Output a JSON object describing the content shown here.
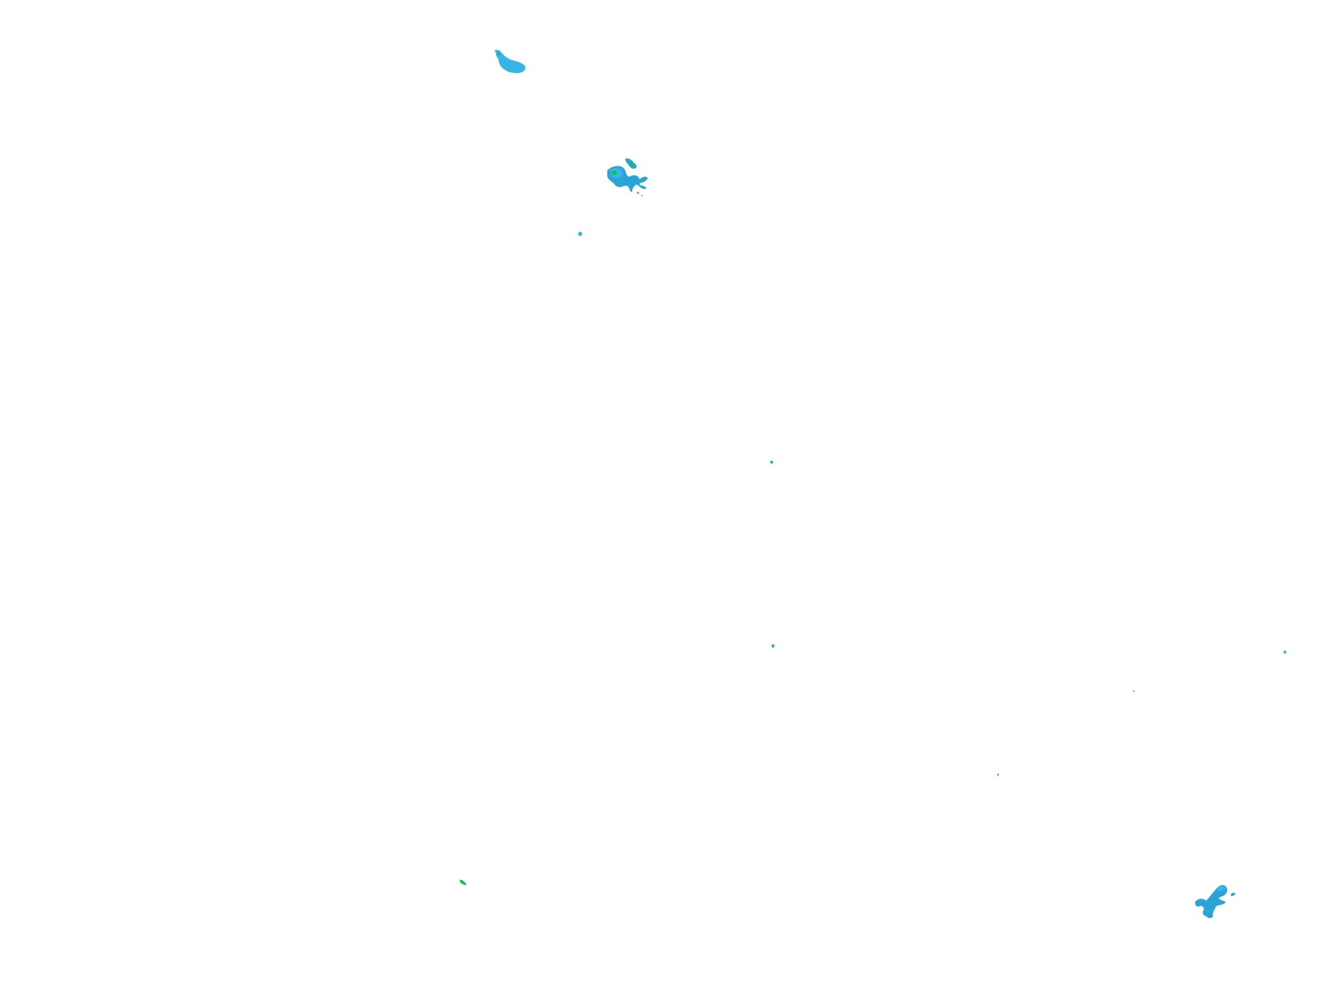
{
  "map": {
    "background_color": "#ffffff",
    "layer": "radar-precipitation-overlay",
    "legend_colors": {
      "light": "#35b6e6",
      "moderate": "#2aa3d6",
      "heavy": "#12c24a"
    },
    "echoes": [
      {
        "id": "echo-northwest",
        "intensity": "light"
      },
      {
        "id": "echo-north-cluster",
        "intensity": "moderate"
      },
      {
        "id": "echo-north-small-dot",
        "intensity": "light"
      },
      {
        "id": "echo-center-speck-upper",
        "intensity": "heavy"
      },
      {
        "id": "echo-center-speck-lower",
        "intensity": "heavy"
      },
      {
        "id": "echo-east-dot",
        "intensity": "light"
      },
      {
        "id": "echo-east-speck",
        "intensity": "heavy"
      },
      {
        "id": "echo-southeast-speck",
        "intensity": "light"
      },
      {
        "id": "echo-southwest-streak",
        "intensity": "heavy"
      },
      {
        "id": "echo-southeast-cluster",
        "intensity": "moderate"
      }
    ]
  }
}
